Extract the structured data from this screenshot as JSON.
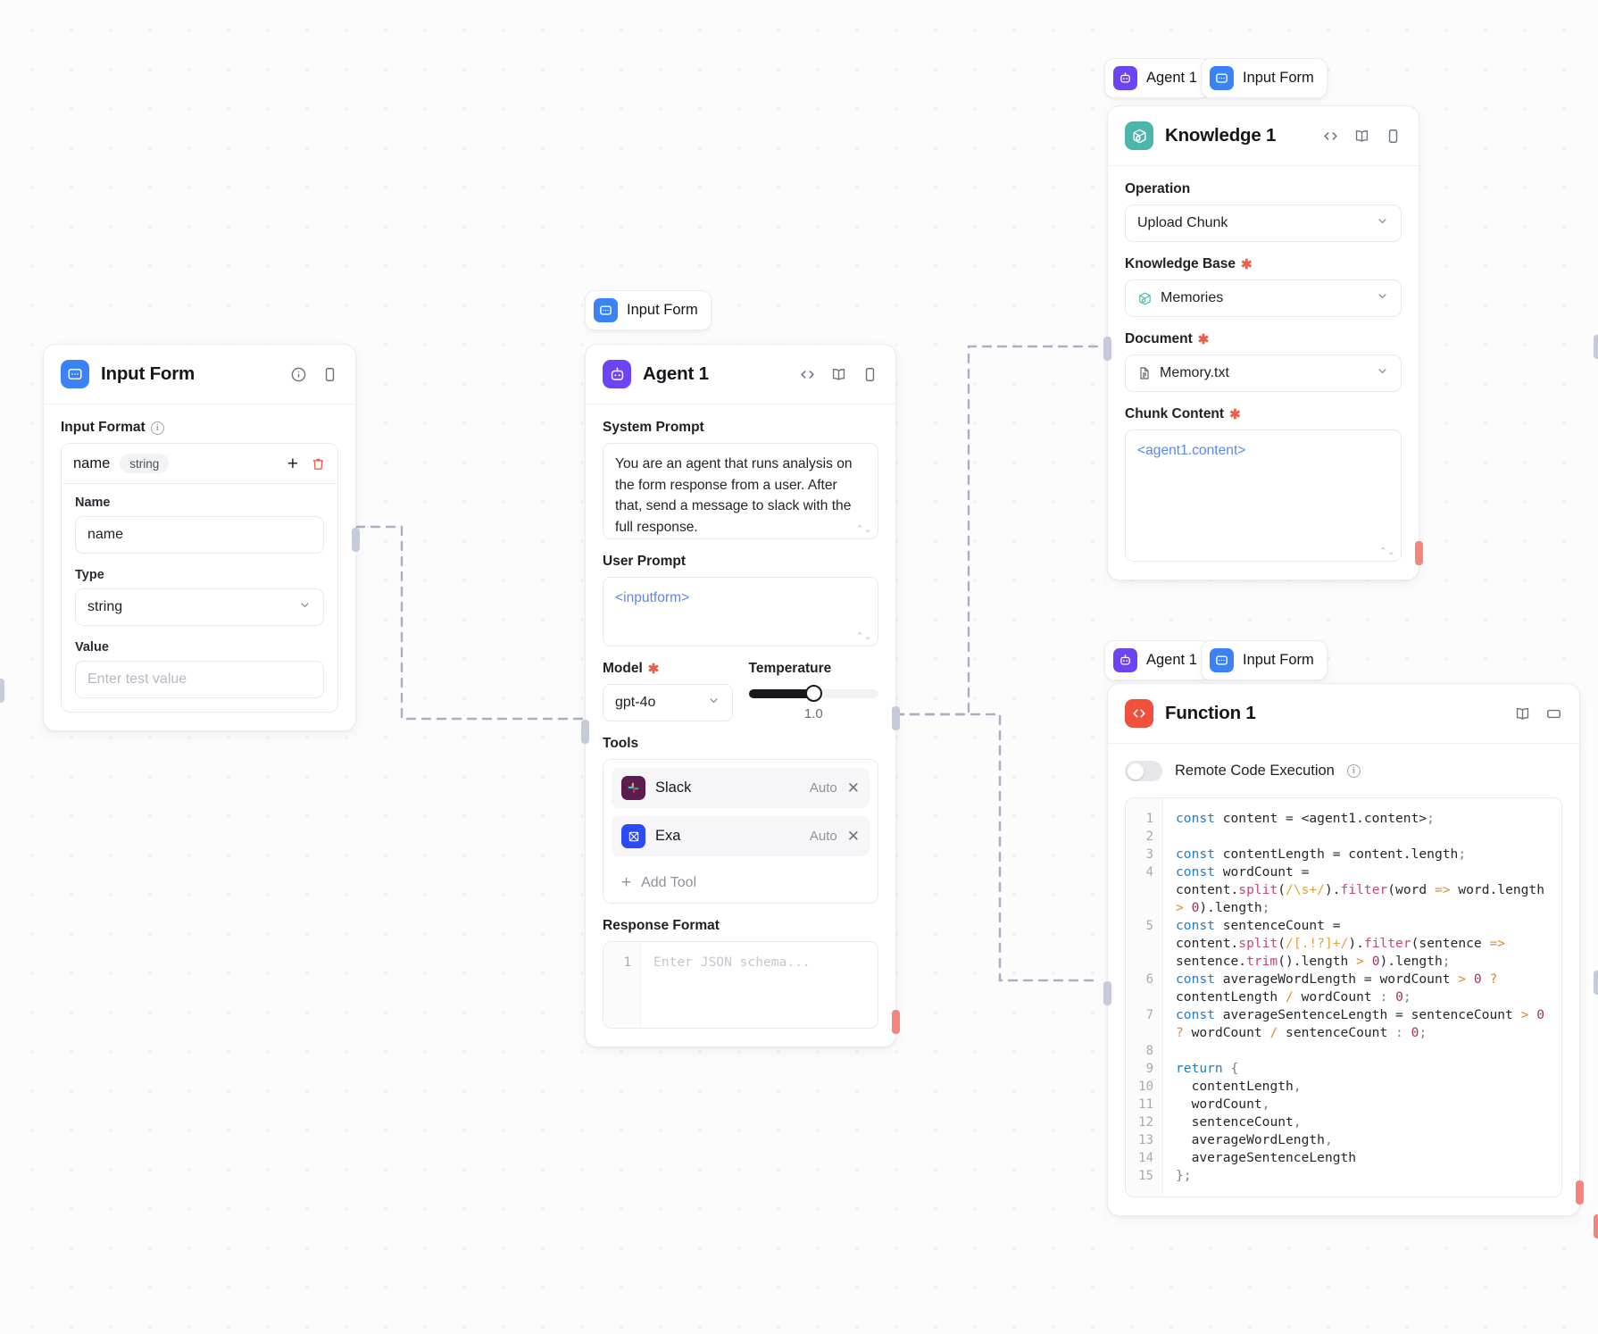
{
  "canvas": {
    "background": "#fcfcfd",
    "dot_color": "#eceef0"
  },
  "colors": {
    "input_form": "#3b82f6",
    "agent": "#6d44f2",
    "knowledge": "#4db6ac",
    "function": "#f0503c",
    "required_asterisk": "#e8604c",
    "variable_token": "#5b87e8",
    "handle_in": "#c5cbd9",
    "handle_out": "#f2867c"
  },
  "nodes": {
    "input_form": {
      "title": "Input Form",
      "icon": "input-form-icon",
      "header_actions": [
        "info-icon",
        "panel-icon"
      ],
      "input_format": {
        "label": "Input Format",
        "row": {
          "name": "name",
          "type_pill": "string"
        },
        "actions": [
          "add-field-icon",
          "delete-field-icon"
        ],
        "fields": {
          "name_label": "Name",
          "name_value": "name",
          "type_label": "Type",
          "type_value": "string",
          "value_label": "Value",
          "value_placeholder": "Enter test value"
        }
      }
    },
    "agent": {
      "title": "Agent 1",
      "icon": "agent-robot-icon",
      "chip": {
        "label": "Input Form",
        "icon": "input-form-icon"
      },
      "header_actions": [
        "code-icon",
        "book-icon",
        "panel-icon"
      ],
      "system_prompt": {
        "label": "System Prompt",
        "value": "You are an agent that runs analysis on the form response from a user. After that, send a message to slack with the full response."
      },
      "user_prompt": {
        "label": "User Prompt",
        "value": "<inputform>"
      },
      "model": {
        "label": "Model",
        "required": true,
        "value": "gpt-4o"
      },
      "temperature": {
        "label": "Temperature",
        "value": "1.0",
        "percent": 50
      },
      "tools": {
        "label": "Tools",
        "items": [
          {
            "name": "Slack",
            "mode": "Auto",
            "icon": "slack-icon"
          },
          {
            "name": "Exa",
            "mode": "Auto",
            "icon": "exa-icon"
          }
        ],
        "add_label": "Add Tool"
      },
      "response_format": {
        "label": "Response Format",
        "line_number": "1",
        "placeholder": "Enter JSON schema..."
      }
    },
    "knowledge": {
      "title": "Knowledge 1",
      "icon": "knowledge-box-icon",
      "chips": [
        {
          "label": "Agent 1",
          "icon": "agent-robot-icon"
        },
        {
          "label": "Input Form",
          "icon": "input-form-icon"
        }
      ],
      "header_actions": [
        "code-icon",
        "book-icon",
        "panel-icon"
      ],
      "operation": {
        "label": "Operation",
        "value": "Upload Chunk"
      },
      "knowledge_base": {
        "label": "Knowledge Base",
        "required": true,
        "value": "Memories",
        "icon": "knowledge-box-icon"
      },
      "document": {
        "label": "Document",
        "required": true,
        "value": "Memory.txt",
        "icon": "document-icon"
      },
      "chunk_content": {
        "label": "Chunk Content",
        "required": true,
        "value": "<agent1.content>"
      }
    },
    "function": {
      "title": "Function 1",
      "icon": "code-brackets-icon",
      "chips": [
        {
          "label": "Agent 1",
          "icon": "agent-robot-icon"
        },
        {
          "label": "Input Form",
          "icon": "input-form-icon"
        }
      ],
      "header_actions": [
        "book-icon",
        "expand-icon"
      ],
      "remote_code_execution": {
        "label": "Remote Code Execution",
        "enabled": false,
        "info": "info-icon"
      },
      "code": {
        "line_numbers": [
          "1",
          "2",
          "3",
          "4",
          "5",
          "6",
          "7",
          "8",
          "9",
          "10",
          "11",
          "12",
          "13",
          "14",
          "15"
        ],
        "lines": [
          "const content = <agent1.content>;",
          "",
          "const contentLength = content.length;",
          "const wordCount = content.split(/\\s+/).filter(word => word.length > 0).length;",
          "const sentenceCount = content.split(/[.!?]+/).filter(sentence => sentence.trim().length > 0).length;",
          "const averageWordLength = wordCount > 0 ? contentLength / wordCount : 0;",
          "const averageSentenceLength = sentenceCount > 0 ? wordCount / sentenceCount : 0;",
          "",
          "return {",
          "  contentLength,",
          "  wordCount,",
          "  sentenceCount,",
          "  averageWordLength,",
          "  averageSentenceLength",
          "};"
        ]
      }
    }
  }
}
